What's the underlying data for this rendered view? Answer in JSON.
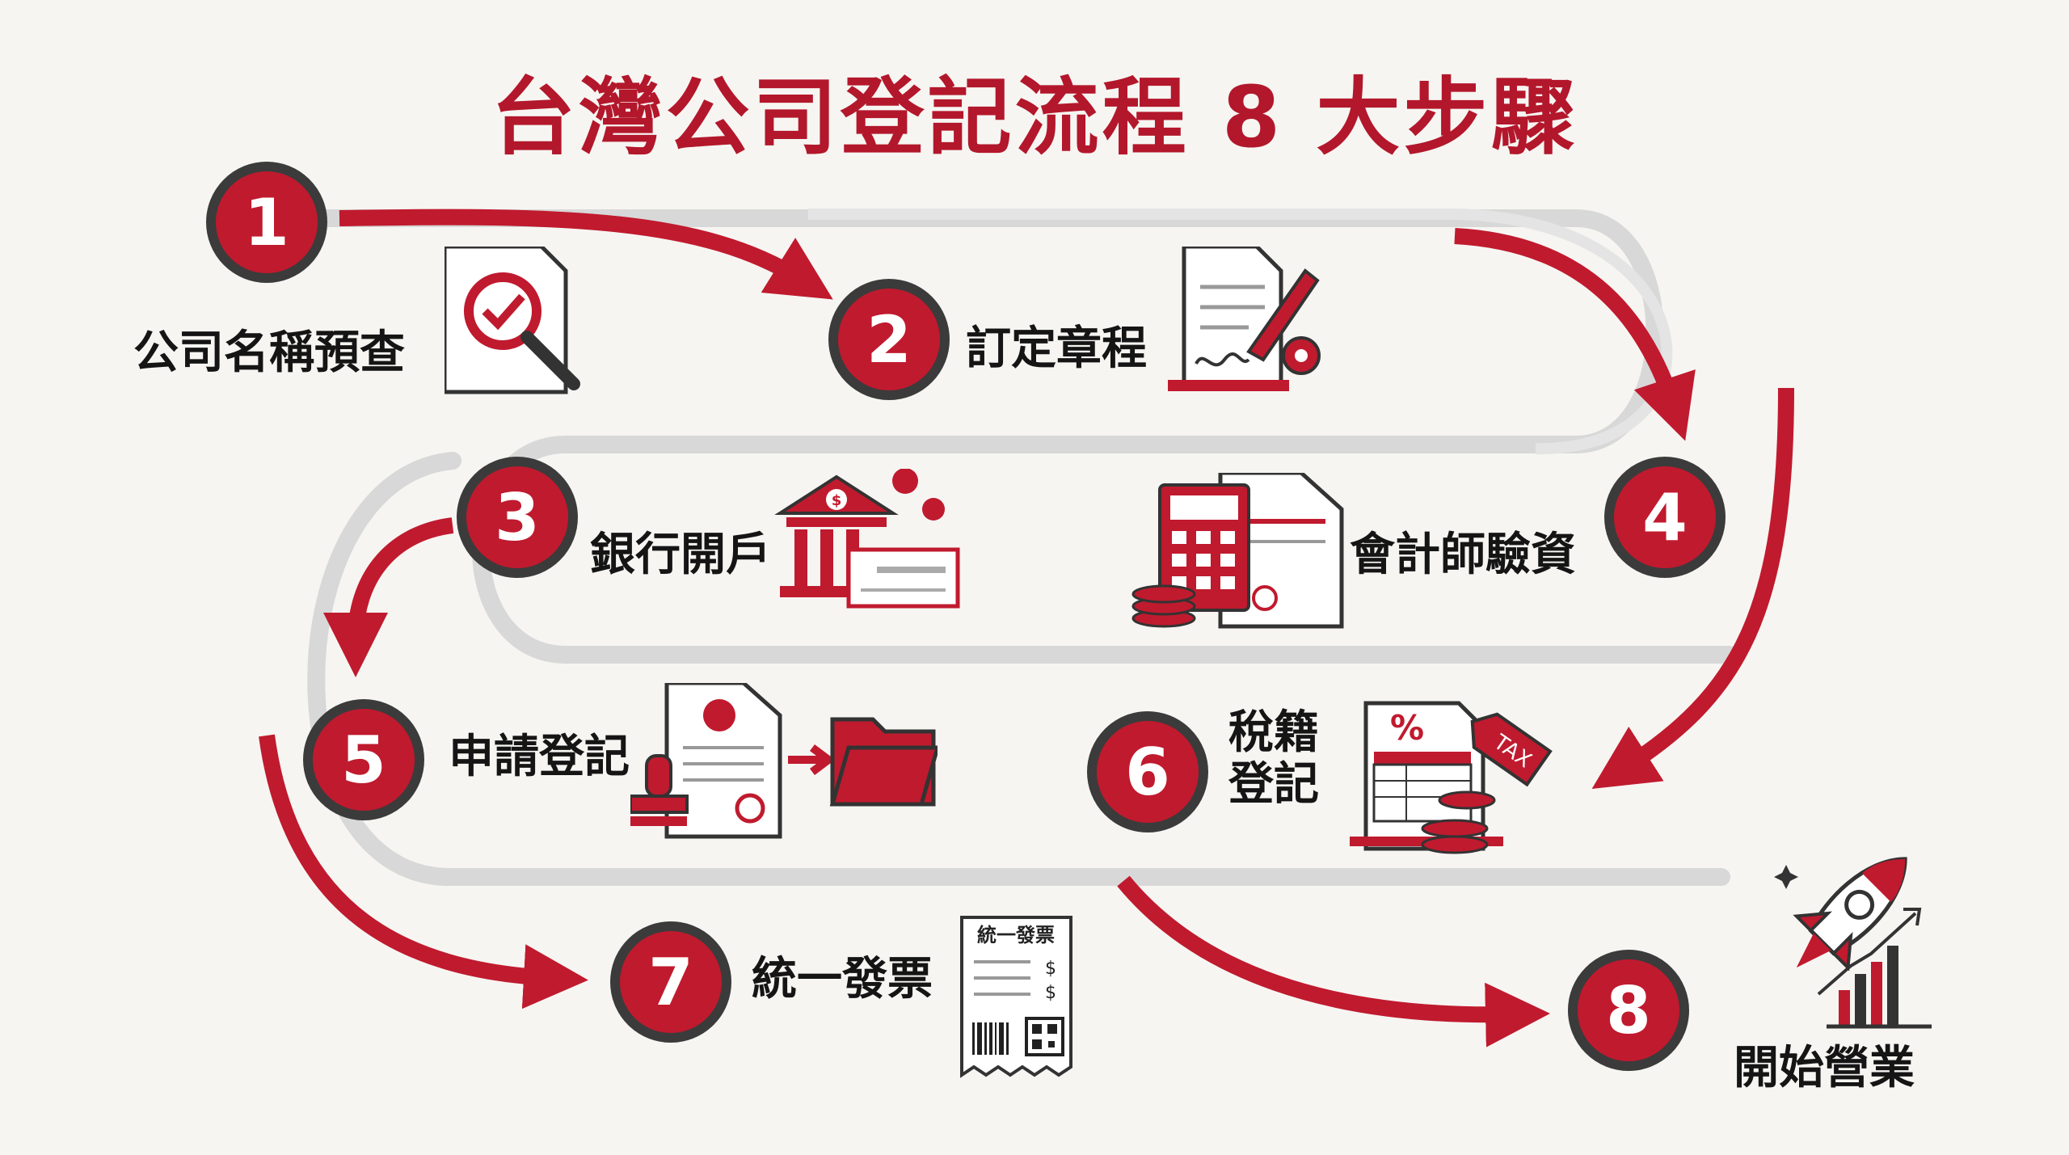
{
  "title": "台灣公司登記流程 8 大步驟",
  "colors": {
    "accent": "#c01a2e",
    "dark": "#3b3b3b",
    "track": "#d9d9d9",
    "background": "#f6f5f2"
  },
  "steps": [
    {
      "number": "1",
      "label": "公司名稱預查",
      "icon": "document-magnifier-check-icon"
    },
    {
      "number": "2",
      "label": "訂定章程",
      "icon": "document-pen-gear-icon"
    },
    {
      "number": "3",
      "label": "銀行開戶",
      "icon": "bank-cheque-icon"
    },
    {
      "number": "4",
      "label": "會計師驗資",
      "icon": "calculator-coins-document-icon"
    },
    {
      "number": "5",
      "label": "申請登記",
      "icon": "stamp-document-folder-icon"
    },
    {
      "number": "6",
      "label": "稅籍登記",
      "label_line1": "稅籍",
      "label_line2": "登記",
      "icon": "tax-document-tag-icon"
    },
    {
      "number": "7",
      "label": "統一發票",
      "icon": "invoice-receipt-icon"
    },
    {
      "number": "8",
      "label": "開始營業",
      "icon": "rocket-growth-chart-icon"
    }
  ],
  "icon_texts": {
    "receipt_title": "統一發票",
    "tax_tag": "TAX",
    "percent": "%",
    "dollar": "$"
  }
}
